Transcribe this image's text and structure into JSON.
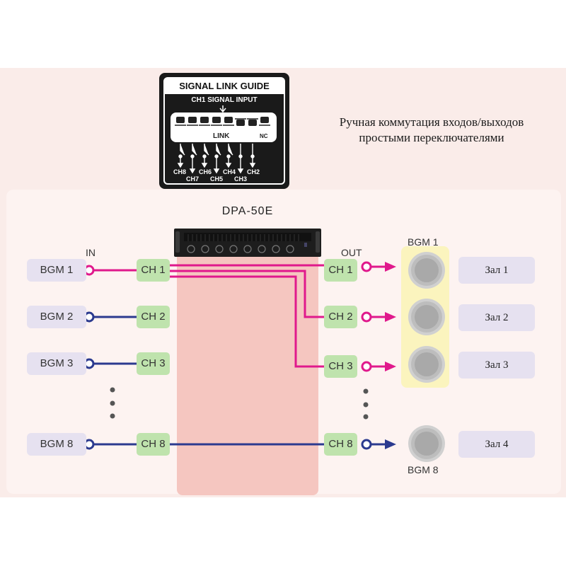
{
  "signal_link_guide": {
    "title": "SIGNAL LINK GUIDE",
    "subtitle": "CH1 SIGNAL INPUT",
    "link_label": "LINK",
    "nc_label": "NC",
    "channels_top": [
      "CH8",
      "CH6",
      "CH4",
      "CH2"
    ],
    "channels_bottom": [
      "CH7",
      "CH5",
      "CH3"
    ]
  },
  "caption": {
    "line1": "Ручная коммутация входов/выходов",
    "line2": "простыми переключателями"
  },
  "device": {
    "model": "DPA-50E"
  },
  "labels": {
    "in": "IN",
    "out": "OUT",
    "speaker_group_top": "BGM 1",
    "speaker_group_bottom": "BGM 8"
  },
  "inputs": [
    {
      "source": "BGM 1",
      "channel": "CH 1",
      "color": "#e0198c"
    },
    {
      "source": "BGM 2",
      "channel": "CH 2",
      "color": "#2b3a8f"
    },
    {
      "source": "BGM 3",
      "channel": "CH 3",
      "color": "#2b3a8f"
    },
    {
      "source": "BGM 8",
      "channel": "CH 8",
      "color": "#2b3a8f"
    }
  ],
  "outputs": [
    {
      "channel": "CH 1",
      "room": "Зал 1",
      "color": "#e0198c"
    },
    {
      "channel": "CH 2",
      "room": "Зал 2",
      "color": "#e0198c"
    },
    {
      "channel": "CH 3",
      "room": "Зал 3",
      "color": "#e0198c"
    },
    {
      "channel": "CH 8",
      "room": "Зал 4",
      "color": "#2b3a8f"
    }
  ],
  "colors": {
    "linked": "#e0198c",
    "direct": "#2b3a8f"
  }
}
